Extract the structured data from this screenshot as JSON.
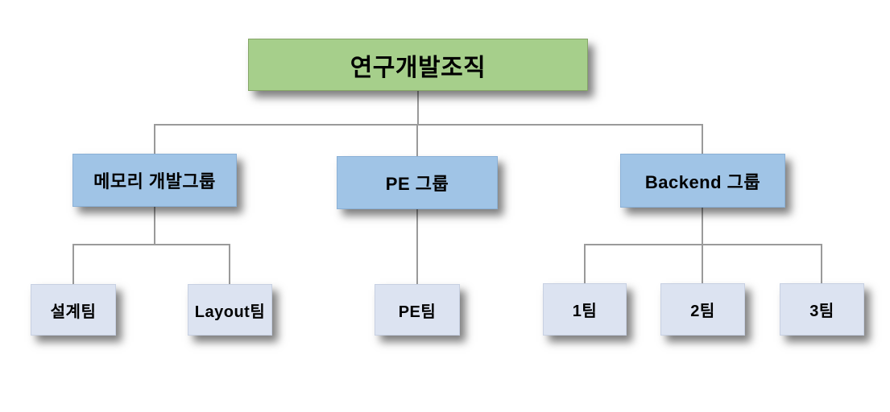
{
  "org_chart": {
    "root": {
      "label": "연구개발조직"
    },
    "groups": [
      {
        "label": "메모리 개발그룹",
        "teams": [
          "설계팀",
          "Layout팀"
        ]
      },
      {
        "label": "PE 그룹",
        "teams": [
          "PE팀"
        ]
      },
      {
        "label": "Backend 그룹",
        "teams": [
          "1팀",
          "2팀",
          "3팀"
        ]
      }
    ],
    "colors": {
      "root_fill": "#A6CF8B",
      "root_border": "#85A567",
      "group_fill": "#A0C4E6",
      "group_border": "#8AB0D6",
      "team_fill": "#DCE3F1",
      "team_border": "#C7D0E2",
      "connector": "#9A9A9A",
      "text": "#000000",
      "background": "#FFFFFF"
    }
  }
}
